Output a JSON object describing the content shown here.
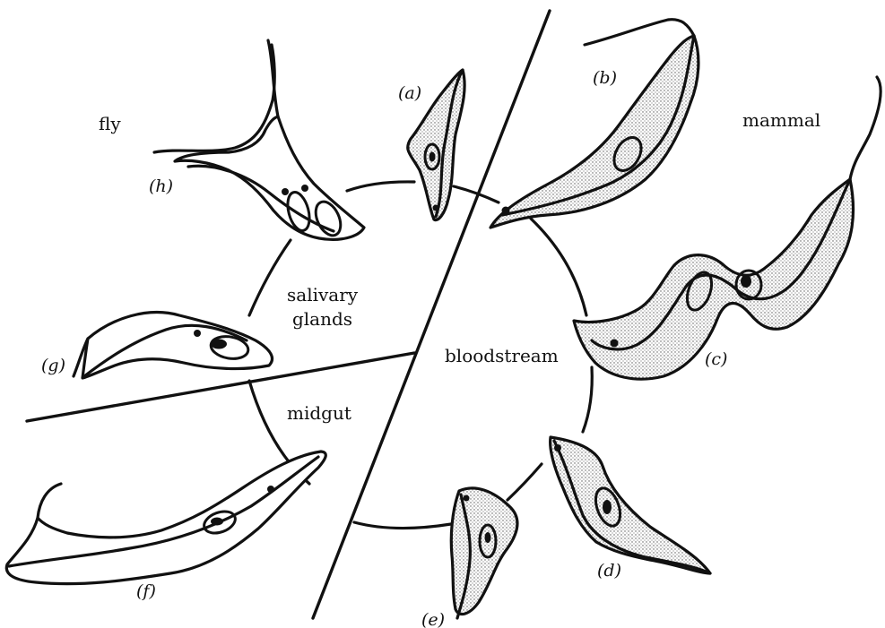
{
  "regions": {
    "fly": "fly",
    "mammal": "mammal",
    "salivary_glands": "salivary\nglands",
    "bloodstream": "bloodstream",
    "midgut": "midgut"
  },
  "stages": {
    "a": "(a)",
    "b": "(b)",
    "c": "(c)",
    "d": "(d)",
    "e": "(e)",
    "f": "(f)",
    "g": "(g)",
    "h": "(h)"
  },
  "colors": {
    "ink": "#111111",
    "stipple": "#555555",
    "background": "#ffffff"
  }
}
